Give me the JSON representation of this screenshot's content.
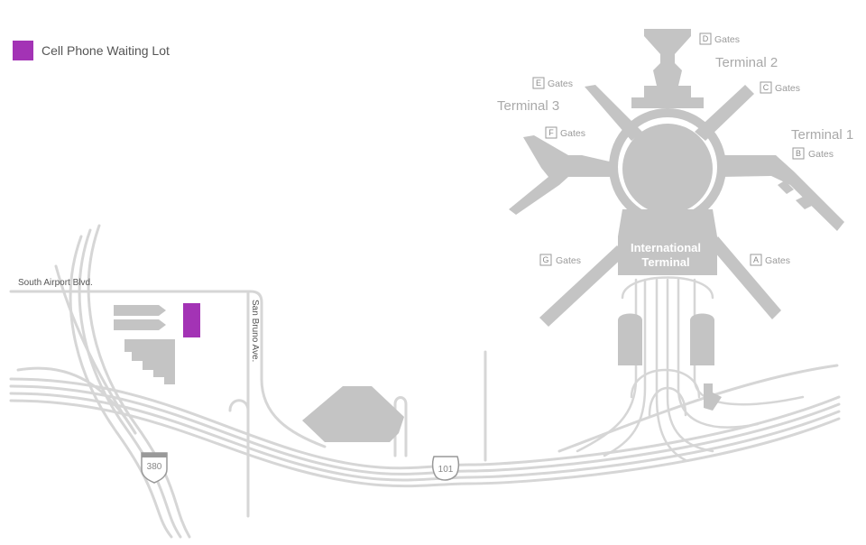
{
  "legend": {
    "label": "Cell Phone Waiting Lot",
    "color": "#a333b5"
  },
  "terminals": {
    "t1": "Terminal 1",
    "t2": "Terminal 2",
    "t3": "Terminal 3"
  },
  "international": {
    "line1": "International",
    "line2": "Terminal"
  },
  "gates": {
    "word": "Gates",
    "letters": {
      "a": "A",
      "b": "B",
      "c": "C",
      "d": "D",
      "e": "E",
      "f": "F",
      "g": "G"
    }
  },
  "roads": {
    "south_airport": "South Airport Blvd.",
    "san_bruno": "San Bruno Ave.",
    "hwy_380": "380",
    "hwy_101": "101"
  },
  "colors": {
    "structure": "#c4c4c4",
    "road": "#d6d6d6",
    "text": "#a9a9a9"
  }
}
